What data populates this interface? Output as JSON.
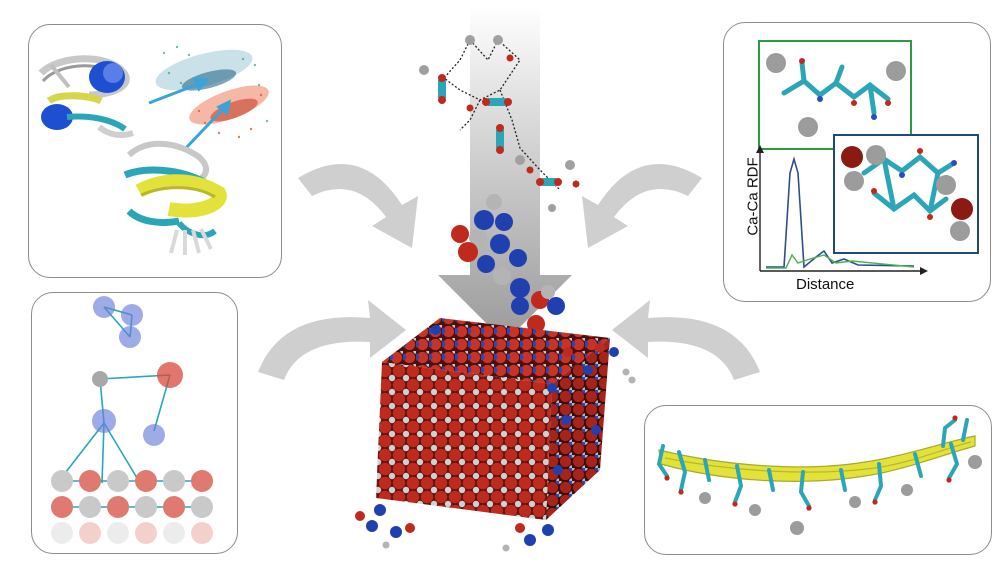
{
  "colors": {
    "oxygen_red": "#c0291e",
    "calcium_grey": "#b4b4b4",
    "nitrogen_blue": "#1f3ea8",
    "carbon_cyan": "#2aa6b8",
    "helix_yellow": "#e2e23a",
    "panel_border": "#8c8c8c",
    "arrow_grey": "#c8c8c8",
    "inset_green": "#2e9a45",
    "inset_navy": "#1f4a7a"
  },
  "panels": {
    "top_left": {
      "icon": "protein-ensemble-clustering"
    },
    "bottom_left": {
      "icon": "coarse-grained-mapping"
    },
    "top_right": {
      "icon": "peptide-calcium-rdf"
    },
    "bottom_right": {
      "icon": "beta-sheet-on-surface"
    }
  },
  "rdf": {
    "xlabel": "Distance",
    "ylabel": "Ca-Ca RDF"
  },
  "center": {
    "icon": "ion-pairs-to-crystal"
  }
}
